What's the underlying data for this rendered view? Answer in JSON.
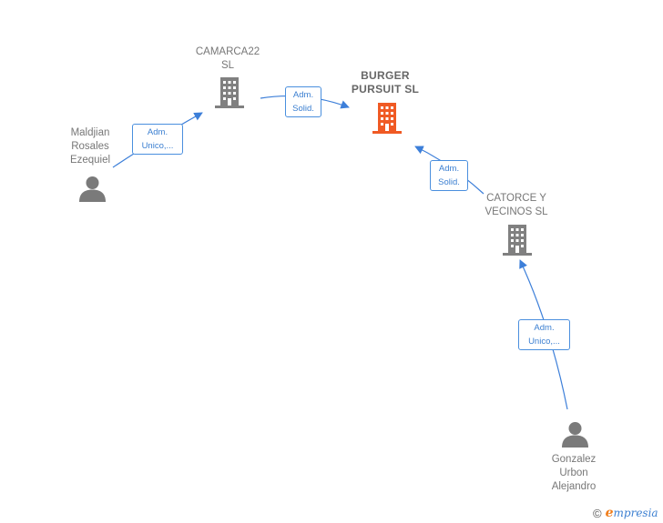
{
  "nodes": {
    "camarca22": {
      "label": "CAMARCA22\nSL",
      "kind": "company"
    },
    "burger": {
      "label": "BURGER\nPURSUIT  SL",
      "kind": "company-main"
    },
    "catorce": {
      "label": "CATORCE Y\nVECINOS  SL",
      "kind": "company"
    },
    "maldjian": {
      "label": "Maldjian\nRosales\nEzequiel",
      "kind": "person"
    },
    "gonzalez": {
      "label": "Gonzalez\nUrbon\nAlejandro",
      "kind": "person"
    }
  },
  "edges": {
    "maldjian_camarca": {
      "line1": "Adm.",
      "line2": "Unico,..."
    },
    "camarca_burger": {
      "line1": "Adm.",
      "line2": "Solid."
    },
    "catorce_burger": {
      "line1": "Adm.",
      "line2": "Solid."
    },
    "gonzalez_catorce": {
      "line1": "Adm.",
      "line2": "Unico,..."
    }
  },
  "brand": {
    "copyright": "©",
    "initial": "e",
    "name": "mpresia"
  },
  "colors": {
    "edge": "#3d7fd9",
    "building": "#808080",
    "building_main": "#f05a24",
    "person": "#7a7a7a"
  }
}
